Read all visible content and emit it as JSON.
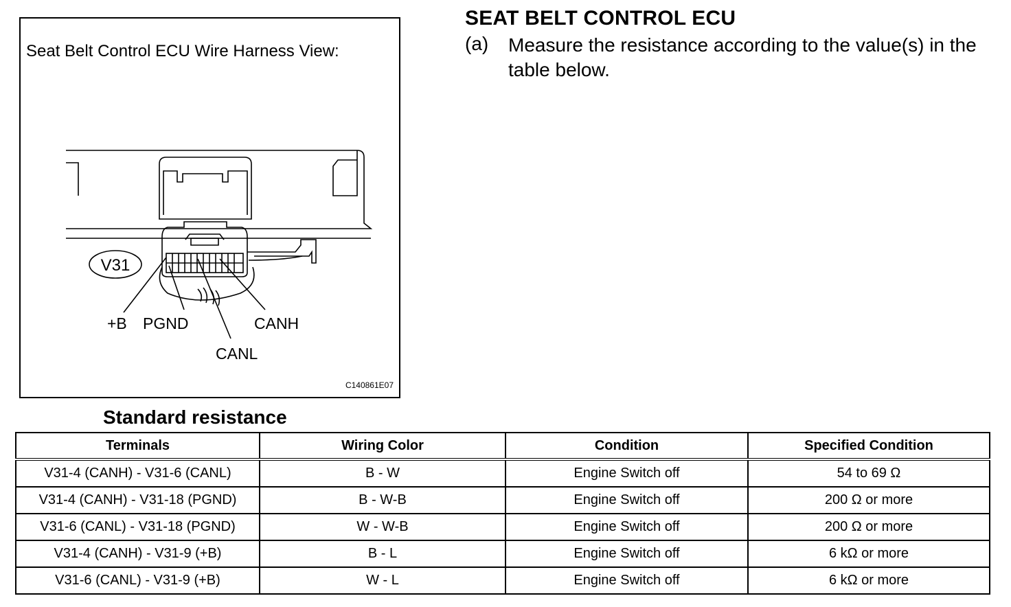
{
  "figure": {
    "title": "Seat Belt Control ECU Wire Harness View:",
    "connector_label": "V31",
    "terminal_labels": [
      "+B",
      "PGND",
      "CANH",
      "CANL"
    ],
    "figure_code": "C140861E07"
  },
  "section": {
    "title": "SEAT BELT CONTROL ECU",
    "step_label": "(a)",
    "step_text": "Measure the resistance according to the value(s) in the table below."
  },
  "table": {
    "title": "Standard resistance",
    "headers": [
      "Terminals",
      "Wiring Color",
      "Condition",
      "Specified Condition"
    ],
    "rows": [
      [
        "V31-4 (CANH) - V31-6 (CANL)",
        "B - W",
        "Engine Switch off",
        "54 to 69 Ω"
      ],
      [
        "V31-4 (CANH) - V31-18 (PGND)",
        "B - W-B",
        "Engine Switch off",
        "200 Ω or more"
      ],
      [
        "V31-6 (CANL) - V31-18 (PGND)",
        "W - W-B",
        "Engine Switch off",
        "200 Ω or more"
      ],
      [
        "V31-4 (CANH) - V31-9 (+B)",
        "B - L",
        "Engine Switch off",
        "6 kΩ or more"
      ],
      [
        "V31-6 (CANL) - V31-9 (+B)",
        "W - L",
        "Engine Switch off",
        "6 kΩ or more"
      ]
    ]
  }
}
